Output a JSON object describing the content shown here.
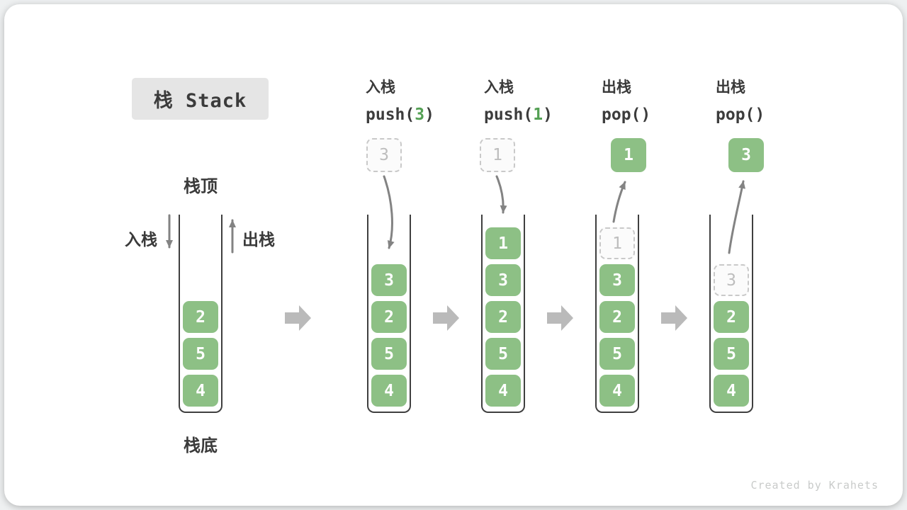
{
  "badge": "栈 Stack",
  "stack_labels": {
    "top": "栈顶",
    "bottom": "栈底",
    "push_side": "入栈",
    "pop_side": "出栈"
  },
  "operations": [
    {
      "label": "入栈",
      "fn": "push(",
      "arg": "3",
      "close": ")"
    },
    {
      "label": "入栈",
      "fn": "push(",
      "arg": "1",
      "close": ")"
    },
    {
      "label": "出栈",
      "fn": "pop(",
      "arg": "",
      "close": ")"
    },
    {
      "label": "出栈",
      "fn": "pop(",
      "arg": "",
      "close": ")"
    }
  ],
  "stacks": [
    {
      "name": "initial",
      "cells": [
        "2",
        "5",
        "4"
      ]
    },
    {
      "name": "after_push_3",
      "float": "3",
      "cells": [
        "3",
        "2",
        "5",
        "4"
      ]
    },
    {
      "name": "after_push_1",
      "float": "1",
      "cells": [
        "1",
        "3",
        "2",
        "5",
        "4"
      ]
    },
    {
      "name": "after_pop_1",
      "float": "1",
      "ghost": "1",
      "cells": [
        "3",
        "2",
        "5",
        "4"
      ]
    },
    {
      "name": "after_pop_3",
      "float": "3",
      "ghost": "3",
      "cells": [
        "2",
        "5",
        "4"
      ]
    }
  ],
  "colors": {
    "cell_green": "#8DC085",
    "code_arg_green": "#54A054",
    "container_border": "#3f3f3f",
    "dashed_gray": "#c9c9c9",
    "arrow_gray": "#838383",
    "block_arrow_gray": "#bababa",
    "badge_bg": "#e5e5e5",
    "text_dark": "#3a3a3a",
    "watermark_gray": "#c9cbca"
  },
  "watermark": "Created by Krahets"
}
